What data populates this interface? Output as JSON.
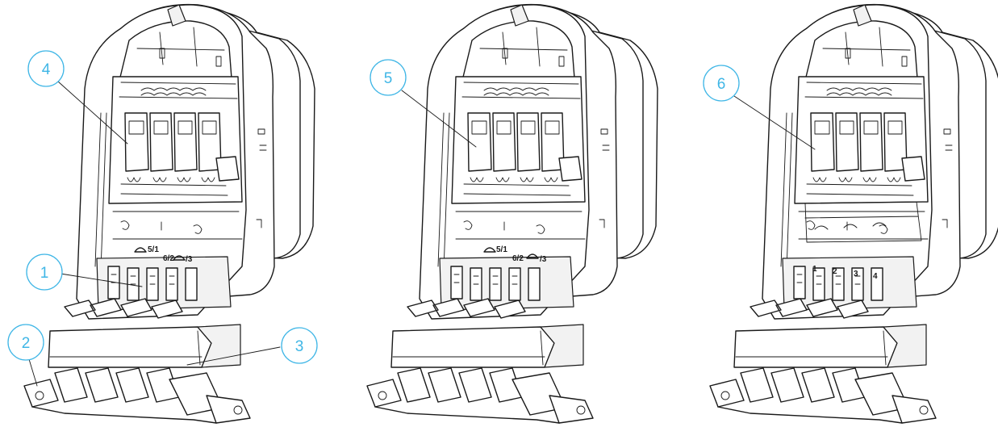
{
  "colors": {
    "callout": "#3fb6e6",
    "line": "#1a1a1a",
    "background": "#ffffff"
  },
  "units": [
    {
      "name": "unit-left",
      "callouts": [
        "4",
        "1",
        "2",
        "3"
      ],
      "terminal_marks": [
        "5/1",
        "6/2",
        "/3"
      ]
    },
    {
      "name": "unit-middle",
      "callouts": [
        "5"
      ],
      "terminal_marks": [
        "5/1",
        "6/2",
        "/3"
      ]
    },
    {
      "name": "unit-right",
      "callouts": [
        "6"
      ],
      "terminal_marks": [
        "1",
        "2",
        "3",
        "4"
      ]
    }
  ]
}
